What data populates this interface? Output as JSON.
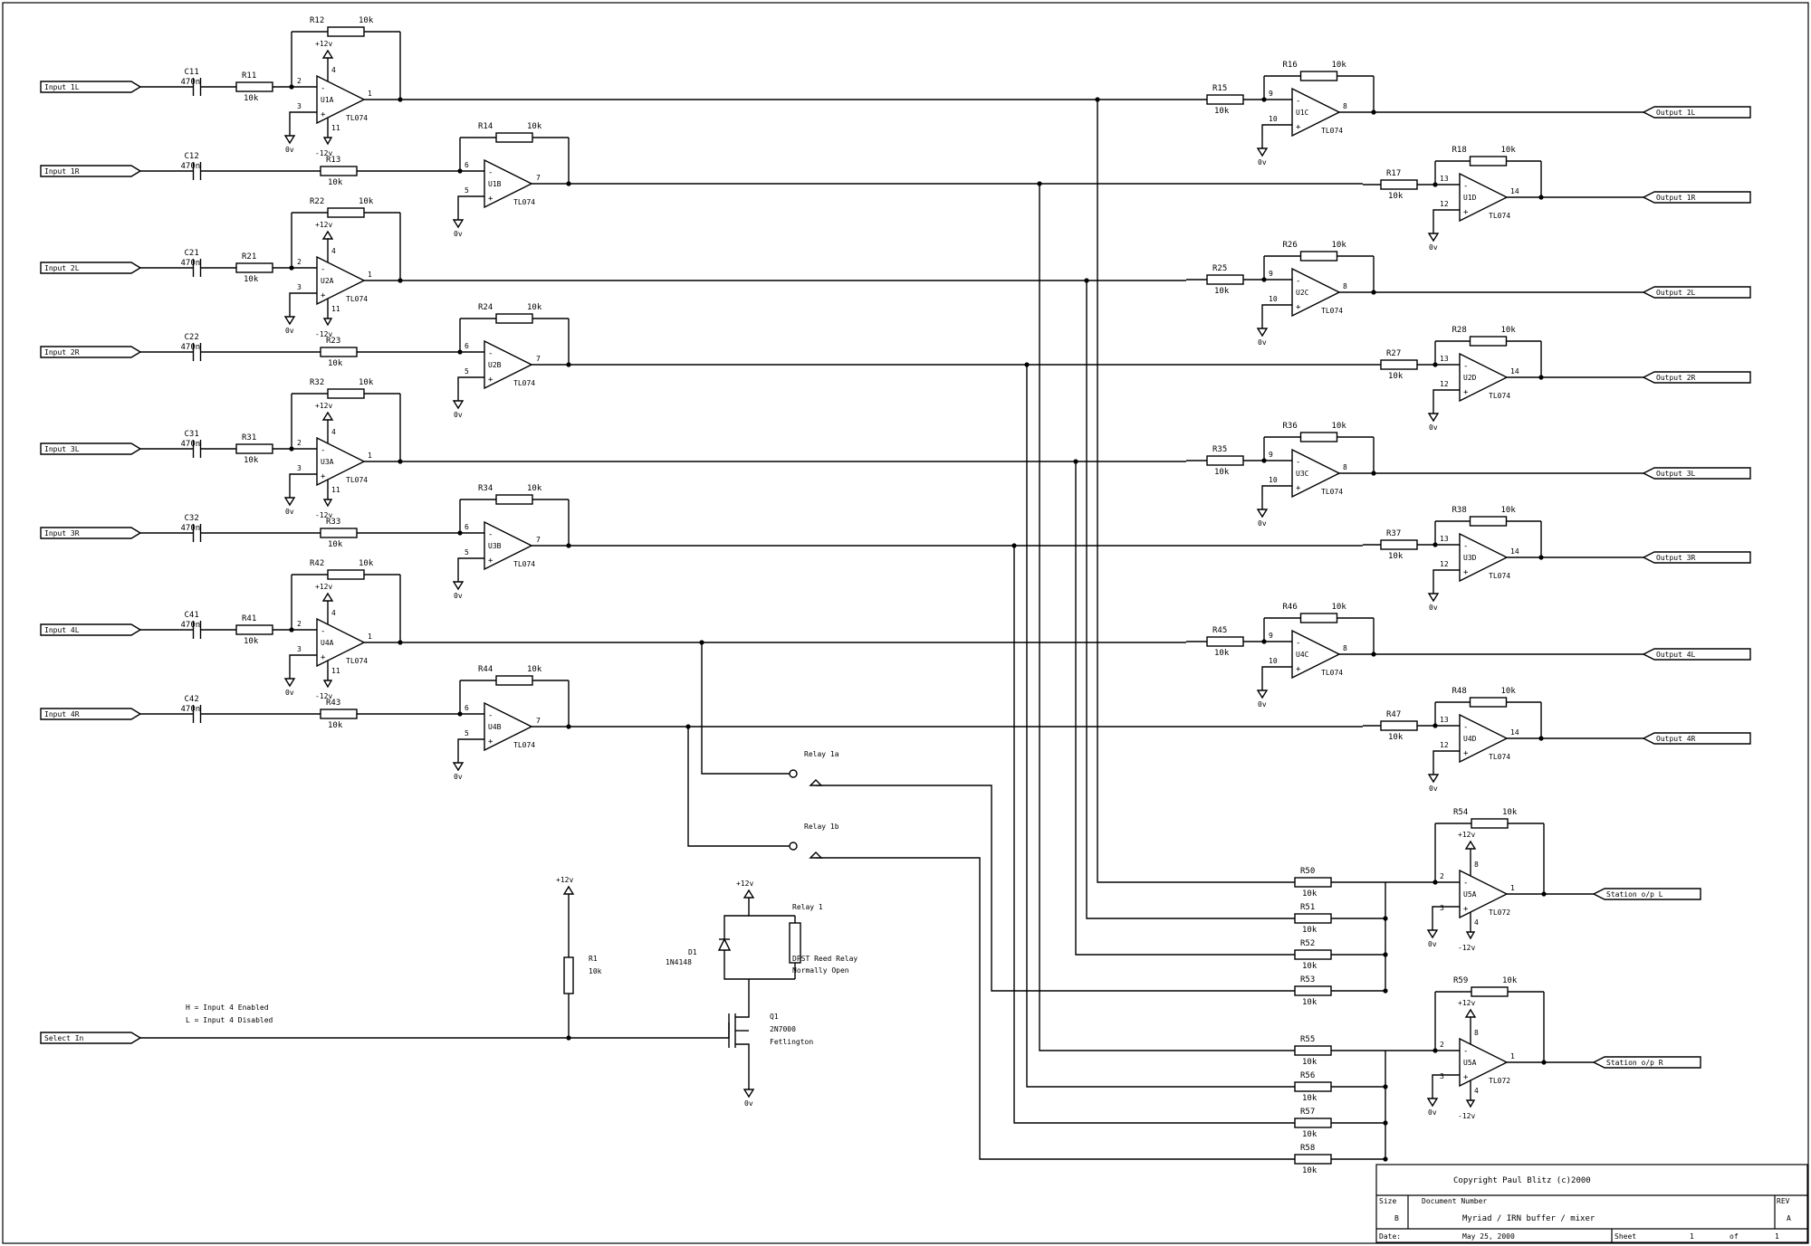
{
  "stages": [
    {
      "input": "Input 1L",
      "cap": "C11",
      "cap_val": "470n",
      "res": "R11",
      "res_val": "10k",
      "fb": "R12",
      "fb_val": "10k",
      "opamp": "U1A",
      "part": "TL074",
      "p_inv": "2",
      "p_non": "3",
      "p_out": "1",
      "p_vp": "4",
      "p_vn": "11",
      "vp": "+12v",
      "vn": "-12v",
      "gnd": "0v"
    },
    {
      "input": "Input 1R",
      "cap": "C12",
      "cap_val": "470n",
      "res": "R13",
      "res_val": "10k",
      "fb": "R14",
      "fb_val": "10k",
      "opamp": "U1B",
      "part": "TL074",
      "p_inv": "6",
      "p_non": "5",
      "p_out": "7",
      "gnd": "0v"
    },
    {
      "input": "Input 2L",
      "cap": "C21",
      "cap_val": "470n",
      "res": "R21",
      "res_val": "10k",
      "fb": "R22",
      "fb_val": "10k",
      "opamp": "U2A",
      "part": "TL074",
      "p_inv": "2",
      "p_non": "3",
      "p_out": "1",
      "p_vp": "4",
      "p_vn": "11",
      "vp": "+12v",
      "vn": "-12v",
      "gnd": "0v"
    },
    {
      "input": "Input 2R",
      "cap": "C22",
      "cap_val": "470n",
      "res": "R23",
      "res_val": "10k",
      "fb": "R24",
      "fb_val": "10k",
      "opamp": "U2B",
      "part": "TL074",
      "p_inv": "6",
      "p_non": "5",
      "p_out": "7",
      "gnd": "0v"
    },
    {
      "input": "Input 3L",
      "cap": "C31",
      "cap_val": "470n",
      "res": "R31",
      "res_val": "10k",
      "fb": "R32",
      "fb_val": "10k",
      "opamp": "U3A",
      "part": "TL074",
      "p_inv": "2",
      "p_non": "3",
      "p_out": "1",
      "p_vp": "4",
      "p_vn": "11",
      "vp": "+12v",
      "vn": "-12v",
      "gnd": "0v"
    },
    {
      "input": "Input 3R",
      "cap": "C32",
      "cap_val": "470n",
      "res": "R33",
      "res_val": "10k",
      "fb": "R34",
      "fb_val": "10k",
      "opamp": "U3B",
      "part": "TL074",
      "p_inv": "6",
      "p_non": "5",
      "p_out": "7",
      "gnd": "0v"
    },
    {
      "input": "Input 4L",
      "cap": "C41",
      "cap_val": "470n",
      "res": "R41",
      "res_val": "10k",
      "fb": "R42",
      "fb_val": "10k",
      "opamp": "U4A",
      "part": "TL074",
      "p_inv": "2",
      "p_non": "3",
      "p_out": "1",
      "p_vp": "4",
      "p_vn": "11",
      "vp": "+12v",
      "vn": "-12v",
      "gnd": "0v"
    },
    {
      "input": "Input 4R",
      "cap": "C42",
      "cap_val": "470n",
      "res": "R43",
      "res_val": "10k",
      "fb": "R44",
      "fb_val": "10k",
      "opamp": "U4B",
      "part": "TL074",
      "p_inv": "6",
      "p_non": "5",
      "p_out": "7",
      "gnd": "0v"
    }
  ],
  "outputs": [
    {
      "output": "Output 1L",
      "res": "R15",
      "res_val": "10k",
      "fb": "R16",
      "fb_val": "10k",
      "opamp": "U1C",
      "part": "TL074",
      "p_inv": "9",
      "p_non": "10",
      "p_out": "8",
      "gnd": "0v"
    },
    {
      "output": "Output 1R",
      "res": "R17",
      "res_val": "10k",
      "fb": "R18",
      "fb_val": "10k",
      "opamp": "U1D",
      "part": "TL074",
      "p_inv": "13",
      "p_non": "12",
      "p_out": "14",
      "gnd": "0v"
    },
    {
      "output": "Output 2L",
      "res": "R25",
      "res_val": "10k",
      "fb": "R26",
      "fb_val": "10k",
      "opamp": "U2C",
      "part": "TL074",
      "p_inv": "9",
      "p_non": "10",
      "p_out": "8",
      "gnd": "0v"
    },
    {
      "output": "Output 2R",
      "res": "R27",
      "res_val": "10k",
      "fb": "R28",
      "fb_val": "10k",
      "opamp": "U2D",
      "part": "TL074",
      "p_inv": "13",
      "p_non": "12",
      "p_out": "14",
      "gnd": "0v"
    },
    {
      "output": "Output 3L",
      "res": "R35",
      "res_val": "10k",
      "fb": "R36",
      "fb_val": "10k",
      "opamp": "U3C",
      "part": "TL074",
      "p_inv": "9",
      "p_non": "10",
      "p_out": "8",
      "gnd": "0v"
    },
    {
      "output": "Output 3R",
      "res": "R37",
      "res_val": "10k",
      "fb": "R38",
      "fb_val": "10k",
      "opamp": "U3D",
      "part": "TL074",
      "p_inv": "13",
      "p_non": "12",
      "p_out": "14",
      "gnd": "0v"
    },
    {
      "output": "Output 4L",
      "res": "R45",
      "res_val": "10k",
      "fb": "R46",
      "fb_val": "10k",
      "opamp": "U4C",
      "part": "TL074",
      "p_inv": "9",
      "p_non": "10",
      "p_out": "8",
      "gnd": "0v"
    },
    {
      "output": "Output 4R",
      "res": "R47",
      "res_val": "10k",
      "fb": "R48",
      "fb_val": "10k",
      "opamp": "U4D",
      "part": "TL074",
      "p_inv": "13",
      "p_non": "12",
      "p_out": "14",
      "gnd": "0v"
    }
  ],
  "mixers": [
    {
      "output": "Station o/p L",
      "fb": "R54",
      "fb_val": "10k",
      "opamp": "U5A",
      "part": "TL072",
      "p_inv": "2",
      "p_non": "3",
      "p_out": "1",
      "p_vp": "8",
      "p_vn": "4",
      "vp": "+12v",
      "vn": "-12v",
      "gnd": "0v",
      "resistors": [
        {
          "ref": "R50",
          "val": "10k"
        },
        {
          "ref": "R51",
          "val": "10k"
        },
        {
          "ref": "R52",
          "val": "10k"
        },
        {
          "ref": "R53",
          "val": "10k"
        }
      ]
    },
    {
      "output": "Station o/p R",
      "fb": "R59",
      "fb_val": "10k",
      "opamp": "U5A",
      "part": "TL072",
      "p_inv": "2",
      "p_non": "3",
      "p_out": "1",
      "p_vp": "8",
      "p_vn": "4",
      "vp": "+12v",
      "vn": "-12v",
      "gnd": "0v",
      "resistors": [
        {
          "ref": "R55",
          "val": "10k"
        },
        {
          "ref": "R56",
          "val": "10k"
        },
        {
          "ref": "R57",
          "val": "10k"
        },
        {
          "ref": "R58",
          "val": "10k"
        }
      ]
    }
  ],
  "relay_contacts": {
    "a": "Relay 1a",
    "b": "Relay 1b"
  },
  "control": {
    "select_port": "Select In",
    "note_high": "H = Input 4 Enabled",
    "note_low": "L = Input 4 Disabled",
    "r1": "R1",
    "r1_val": "10k",
    "r1_supply": "+12v",
    "diode": "D1",
    "diode_part": "1N4148",
    "relay": "Relay 1",
    "relay_desc1": "DPST Reed Relay",
    "relay_desc2": "Normally Open",
    "relay_supply": "+12v",
    "fet": "Q1",
    "fet_part": "2N7000",
    "fet_desc": "Fetlington",
    "gnd": "0v"
  },
  "title_block": {
    "copyright": "Copyright Paul Blitz (c)2000",
    "size_label": "Size",
    "size_value": "B",
    "doc_label": "Document Number",
    "title": "Myriad / IRN buffer / mixer",
    "rev_label": "REV",
    "rev_value": "A",
    "date_label": "Date:",
    "date_value": "May 25, 2000",
    "sheet_label": "Sheet",
    "sheet_value": "1",
    "of_label": "of",
    "of_value": "1"
  }
}
